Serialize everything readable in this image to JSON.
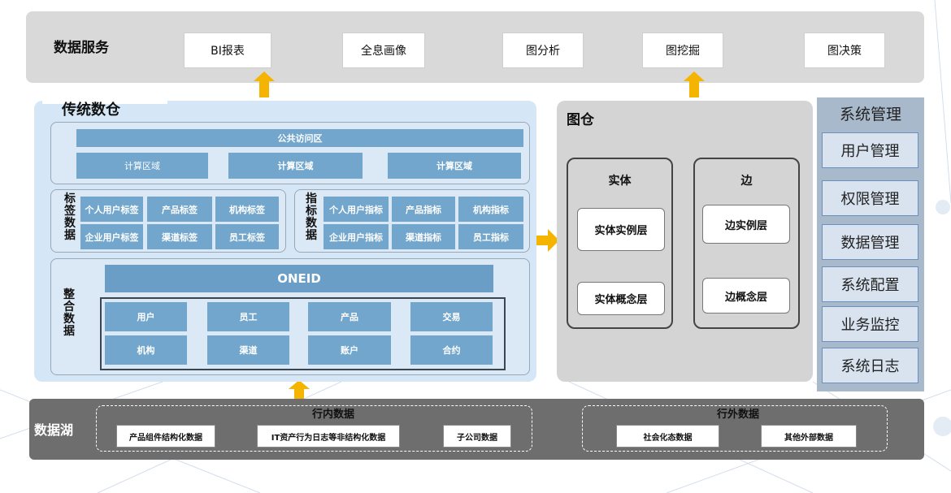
{
  "data_service": {
    "title": "数据服务",
    "items": [
      "BI报表",
      "全息画像",
      "图分析",
      "图挖掘",
      "图决策"
    ]
  },
  "warehouse": {
    "title": "传统数仓",
    "public_zone": "公共访问区",
    "compute_zones": [
      "计算区域",
      "计算区域",
      "计算区域"
    ],
    "tag_data": {
      "label": "标签数据",
      "items": [
        "个人用户标签",
        "产品标签",
        "机构标签",
        "企业用户标签",
        "渠道标签",
        "员工标签"
      ]
    },
    "metric_data": {
      "label": "指标数据",
      "items": [
        "个人用户指标",
        "产品指标",
        "机构指标",
        "企业用户指标",
        "渠道指标",
        "员工指标"
      ]
    },
    "integrated": {
      "label": "整合数据",
      "oneid": "ONEID",
      "items": [
        "用户",
        "员工",
        "产品",
        "交易",
        "机构",
        "渠道",
        "账户",
        "合约"
      ]
    }
  },
  "graph": {
    "title": "图仓",
    "entity": {
      "title": "实体",
      "instance": "实体实例层",
      "concept": "实体概念层"
    },
    "edge": {
      "title": "边",
      "instance": "边实例层",
      "concept": "边概念层"
    }
  },
  "system": {
    "title": "系统管理",
    "items": [
      "用户管理",
      "权限管理",
      "数据管理",
      "系统配置",
      "业务监控",
      "系统日志"
    ]
  },
  "lake": {
    "title": "数据湖",
    "internal": {
      "title": "行内数据",
      "items": [
        "产品组件结构化数据",
        "IT资产行为日志等非结构化数据",
        "子公司数据"
      ]
    },
    "external": {
      "title": "行外数据",
      "items": [
        "社会化态数据",
        "其他外部数据"
      ]
    }
  },
  "colors": {
    "arrow": "#f5b400",
    "tile": "#72a6cc",
    "panel": "#d5e6f6"
  }
}
